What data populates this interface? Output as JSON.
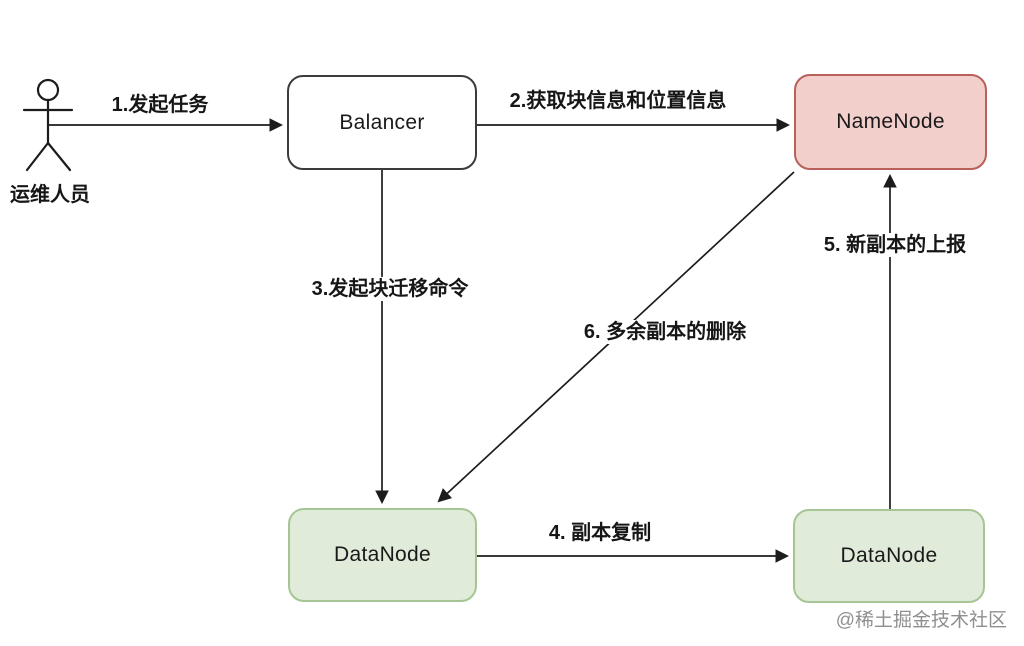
{
  "diagram": {
    "actor": {
      "label": "运维人员"
    },
    "nodes": [
      {
        "id": "balancer",
        "label": "Balancer",
        "fill": "#ffffff",
        "border": "#3b3b3b"
      },
      {
        "id": "namenode",
        "label": "NameNode",
        "fill": "#f3cfcc",
        "border": "#b8605c"
      },
      {
        "id": "datanode-left",
        "label": "DataNode",
        "fill": "#e0ebda",
        "border": "#a5c694"
      },
      {
        "id": "datanode-right",
        "label": "DataNode",
        "fill": "#e0ebda",
        "border": "#a5c694"
      }
    ],
    "edges": [
      {
        "label": "1.发起任务",
        "from": "运维人员",
        "to": "Balancer"
      },
      {
        "label": "2.获取块信息和位置信息",
        "from": "Balancer",
        "to": "NameNode"
      },
      {
        "label": "3.发起块迁移命令",
        "from": "Balancer",
        "to": "DataNode-left"
      },
      {
        "label": "4. 副本复制",
        "from": "DataNode-left",
        "to": "DataNode-right"
      },
      {
        "label": "5. 新副本的上报",
        "from": "DataNode-right",
        "to": "NameNode"
      },
      {
        "label": "6. 多余副本的删除",
        "from": "NameNode",
        "to": "DataNode-left"
      }
    ],
    "line_color": "#1c1c1c",
    "watermark": "@稀土掘金技术社区"
  }
}
